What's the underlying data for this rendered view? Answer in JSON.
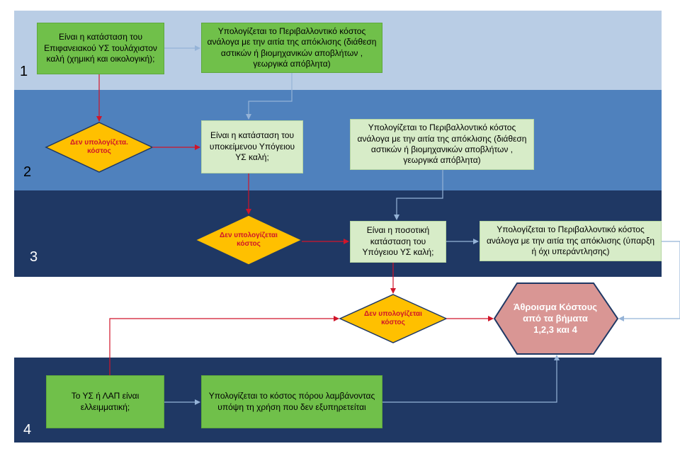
{
  "steps": [
    "1",
    "2",
    "3",
    "4"
  ],
  "boxes": {
    "q_surface": "Είναι η κατάσταση του Επιφανειακού ΥΣ τουλάχιστον καλή (χημική και οικολογική);",
    "cost_surface": "Υπολογίζεται το Περιβαλλοντικό κόστος ανάλογα με την αιτία της απόκλισης (διάθεση αστικών ή βιομηχανικών αποβλήτων , γεωργικά απόβλητα)",
    "q_ground_chem": "Είναι η κατάσταση του υποκείμενου Υπόγειου ΥΣ καλή;",
    "cost_ground_chem": "Υπολογίζεται το Περιβαλλοντικό κόστος ανάλογα με την αιτία της απόκλισης (διάθεση αστικών ή βιομηχανικών αποβλήτων , γεωργικά απόβλητα)",
    "q_ground_quant": "Είναι η ποσοτική κατάσταση του Υπόγειου ΥΣ καλή;",
    "cost_ground_quant": "Υπολογίζεται το Περιβαλλοντικό κόστος ανάλογα με την αιτία της απόκλισης (ύπαρξη ή όχι υπεράντλησης)",
    "q_deficit": "Το ΥΣ ή ΛΑΠ είναι ελλειμματική;",
    "cost_resource": "Υπολογίζεται το κόστος πόρου λαμβάνοντας υπόψη τη χρήση που δεν εξυπηρετείται"
  },
  "diamonds": {
    "d1": "Δεν υπολογίζετα. κόστος",
    "d2": "Δεν υπολογίζεται κόστος",
    "d3": "Δεν υπολογίζεται κόστος"
  },
  "sum_node": "Άθροισμα Κόστους από τα βήματα 1,2,3 και 4",
  "colors": {
    "band1": "#b9cde5",
    "band2": "#4f81bd",
    "band3": "#1f3864",
    "band4": "#1f3864",
    "green_box": "#70c04a",
    "pale_box": "#d7ecc8",
    "diamond": "#ffc000",
    "diamond_text": "#d0152a",
    "hexagon": "#d99694",
    "hexagon_border": "#1f3864",
    "arrow_red": "#d0152a",
    "arrow_blue": "#95b3d7"
  }
}
